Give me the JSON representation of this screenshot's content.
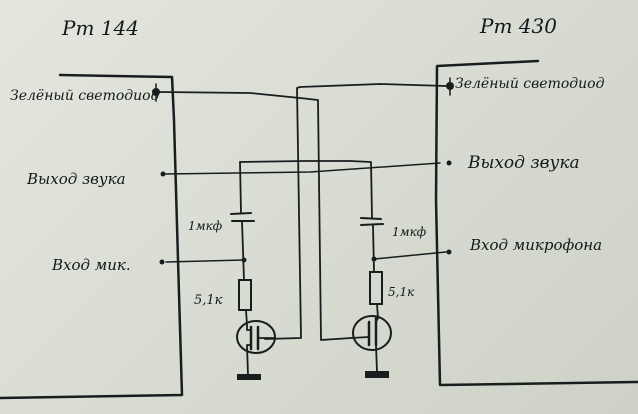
{
  "diagram": {
    "type": "circuit-schematic-handdrawn",
    "left_device": {
      "title": "Рт 144",
      "pins": [
        {
          "id": "led",
          "label": "Зелёный светодиод"
        },
        {
          "id": "audio_out",
          "label": "Выход звука"
        },
        {
          "id": "mic_in",
          "label": "Вход мик."
        }
      ]
    },
    "right_device": {
      "title": "Рт 430",
      "pins": [
        {
          "id": "led",
          "label": "Зелёный светодиод"
        },
        {
          "id": "audio_out",
          "label": "Выход звука"
        },
        {
          "id": "mic_in",
          "label": "Вход микрофона"
        }
      ]
    },
    "components": {
      "left_capacitor": {
        "label": "1мкф"
      },
      "right_capacitor": {
        "label": "1мкф"
      },
      "left_resistor": {
        "label": "5,1к"
      },
      "right_resistor": {
        "label": "5,1к"
      },
      "left_transistor": {
        "type": "FET"
      },
      "right_transistor": {
        "type": "FET"
      }
    },
    "colors": {
      "ink": "#1a1d1e",
      "paper": "#dde0d7"
    }
  }
}
